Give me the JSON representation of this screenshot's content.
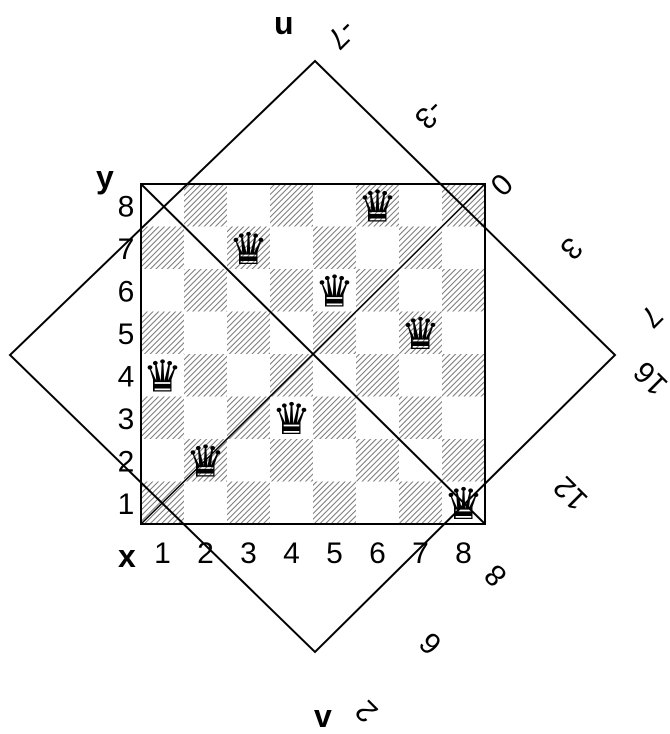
{
  "board": {
    "size": 8,
    "light_square_color": "#ffffff",
    "dark_square_color": "#bdbdbd",
    "line_color": "#000000",
    "queen_color": "#000000",
    "queen_icon": "chess-queen-icon"
  },
  "axes": {
    "x_name": "x",
    "y_name": "y",
    "u_name": "u",
    "v_name": "v",
    "x_labels": [
      "1",
      "2",
      "3",
      "4",
      "5",
      "6",
      "7",
      "8"
    ],
    "y_labels": [
      "1",
      "2",
      "3",
      "4",
      "5",
      "6",
      "7",
      "8"
    ],
    "u_labels": [
      "-7",
      "-3",
      "0",
      "3",
      "7"
    ],
    "v_labels": [
      "2",
      "6",
      "8",
      "12",
      "16"
    ]
  },
  "queens": [
    {
      "x": 1,
      "y": 4
    },
    {
      "x": 2,
      "y": 2
    },
    {
      "x": 3,
      "y": 7
    },
    {
      "x": 4,
      "y": 3
    },
    {
      "x": 5,
      "y": 6
    },
    {
      "x": 6,
      "y": 8
    },
    {
      "x": 7,
      "y": 5
    },
    {
      "x": 8,
      "y": 1
    }
  ]
}
